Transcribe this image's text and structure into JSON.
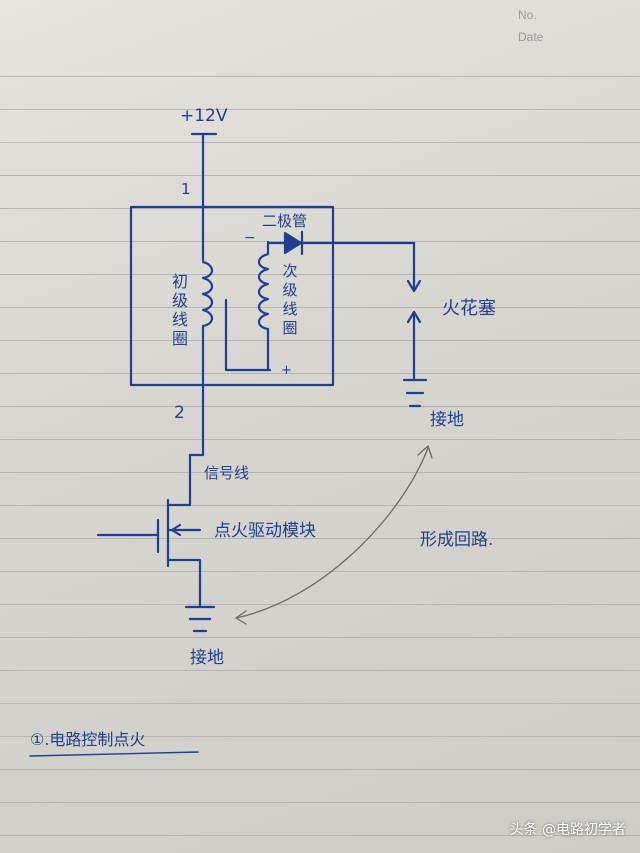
{
  "header": {
    "no_label": "No.",
    "date_label": "Date"
  },
  "labels": {
    "supply": "+12V",
    "pin1": "1",
    "pin2": "2",
    "diode": "二极管",
    "primary_coil": "初级线圈",
    "secondary_coil": "次级线圈",
    "secondary_minus": "−",
    "secondary_plus": "+",
    "spark_plug": "火花塞",
    "ground_right": "接地",
    "signal_line": "信号线",
    "ignition_module": "点火驱动模块",
    "loop_note": "形成回路.",
    "ground_bottom": "接地",
    "caption": "①.电路控制点火"
  },
  "watermark": "头条 @电路初学者",
  "colors": {
    "ink": "#1f3f8f",
    "paper": "#e2e0db",
    "rule": "#a9a8ae",
    "pencil": "#6a6a6a"
  }
}
